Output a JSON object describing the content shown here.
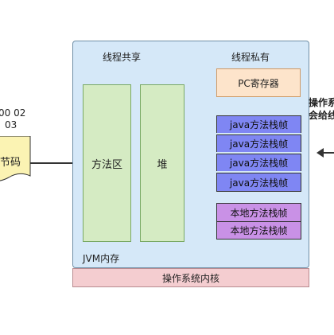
{
  "left": {
    "hex_line1": "00 02",
    "hex_line2": "03",
    "bytecode_label": "节码"
  },
  "jvm": {
    "shared_title": "线程共享",
    "private_title": "线程私有",
    "method_area": "方法区",
    "heap": "堆",
    "pc_register": "PC寄存器",
    "java_stack_frames": [
      "java方法栈帧",
      "java方法栈帧",
      "java方法栈帧",
      "java方法栈帧"
    ],
    "native_stack_frames": [
      "本地方法栈帧",
      "本地方法栈帧"
    ],
    "label": "JVM内存"
  },
  "os_kernel": "操作系统内核",
  "right_note": {
    "line1": "操作系",
    "line2": "会给线"
  },
  "colors": {
    "jvm_bg": "#d5e8f8",
    "green": "#d5ebc3",
    "orange": "#fde4cb",
    "java_frame": "#7f86f3",
    "native_frame": "#c991e6",
    "os_kernel": "#f4cdd0"
  }
}
